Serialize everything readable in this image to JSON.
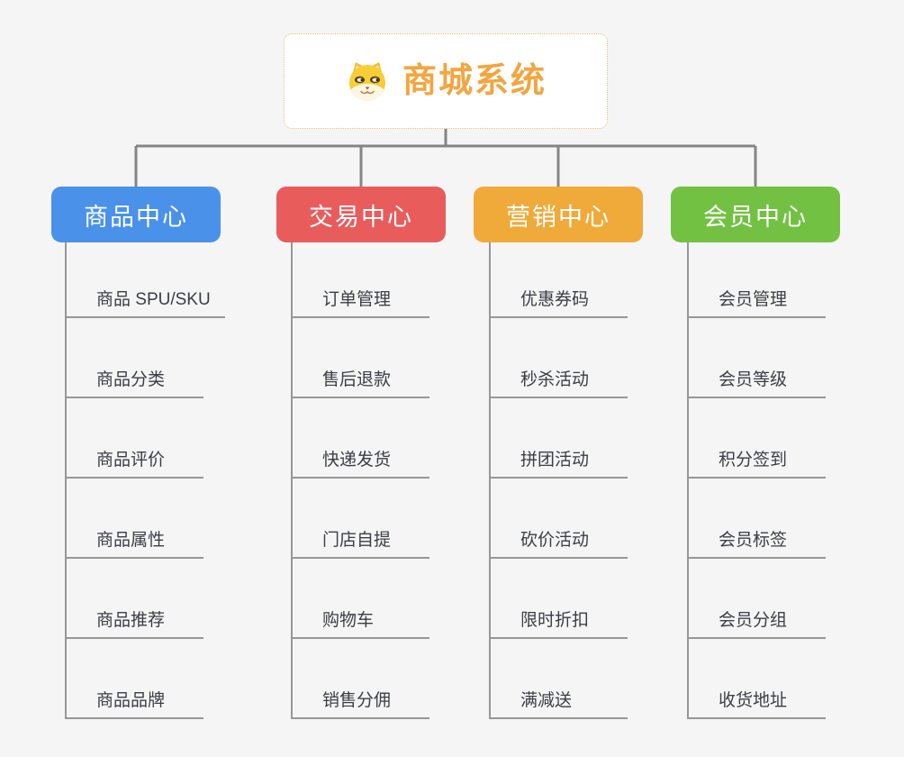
{
  "root": {
    "title": "商城系统",
    "title_color": "#f2a640",
    "icon": "dog-logo-icon"
  },
  "branches": [
    {
      "label": "商品中心",
      "color": "#4a91ea",
      "items": [
        "商品 SPU/SKU",
        "商品分类",
        "商品评价",
        "商品属性",
        "商品推荐",
        "商品品牌"
      ]
    },
    {
      "label": "交易中心",
      "color": "#e85c5c",
      "items": [
        "订单管理",
        "售后退款",
        "快递发货",
        "门店自提",
        "购物车",
        "销售分佣"
      ]
    },
    {
      "label": "营销中心",
      "color": "#efaa3a",
      "items": [
        "优惠券码",
        "秒杀活动",
        "拼团活动",
        "砍价活动",
        "限时折扣",
        "满减送"
      ]
    },
    {
      "label": "会员中心",
      "color": "#72c142",
      "items": [
        "会员管理",
        "会员等级",
        "积分签到",
        "会员标签",
        "会员分组",
        "收货地址"
      ]
    }
  ],
  "style": {
    "connector_color": "#858585",
    "child_line_color": "#979797",
    "root_border_color": "#f3bc5e",
    "background": "#f5f5f6"
  }
}
